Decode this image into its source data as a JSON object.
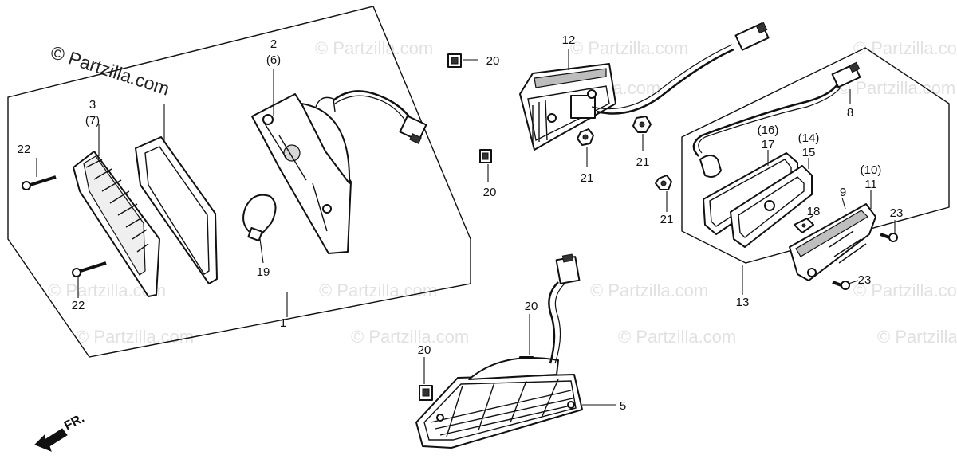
{
  "watermark": {
    "main": "© Partzilla.com",
    "repeat": "© Partzilla.com"
  },
  "callouts": {
    "c1": "1",
    "c2": "2",
    "c6": "(6)",
    "c3": "3",
    "c7": "(7)",
    "c5": "5",
    "c8": "8",
    "c9": "9",
    "c10": "(10)",
    "c11": "11",
    "c12": "12",
    "c13": "13",
    "c14": "(14)",
    "c15": "15",
    "c16": "(16)",
    "c17": "17",
    "c18": "18",
    "c19": "19",
    "c20a": "20",
    "c20b": "20",
    "c20c": "20",
    "c20d": "20",
    "c21a": "21",
    "c21b": "21",
    "c21c": "21",
    "c22a": "22",
    "c22b": "22",
    "c23a": "23",
    "c23b": "23"
  },
  "direction": {
    "label": "FR."
  },
  "icons": {
    "front": "arrow-front-icon"
  }
}
